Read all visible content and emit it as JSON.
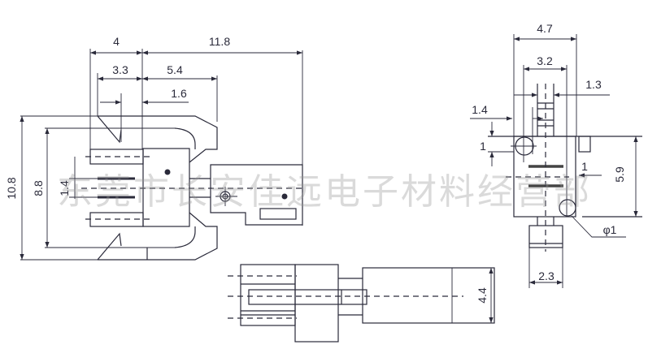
{
  "title": "Connector dimension drawing",
  "watermark": "东莞市长安佳远电子材料经营部",
  "colors": {
    "line": "#2a2a3a",
    "watermark": "#969696"
  },
  "side_view": {
    "dims": {
      "d4": "4",
      "d11_8": "11.8",
      "d3_3": "3.3",
      "d5_4": "5.4",
      "d1_6": "1.6",
      "d10_8": "10.8",
      "d8_8": "8.8",
      "d1_4": "1.4"
    }
  },
  "end_view": {
    "dims": {
      "d4_7": "4.7",
      "d3_2": "3.2",
      "d1_3": "1.3",
      "d1_4": "1.4",
      "d1": "1",
      "d1b": "1",
      "d5_9": "5.9",
      "d2_3": "2.3",
      "phi1": "φ1"
    }
  },
  "bottom_view": {
    "dims": {
      "d4_4": "4.4"
    }
  }
}
